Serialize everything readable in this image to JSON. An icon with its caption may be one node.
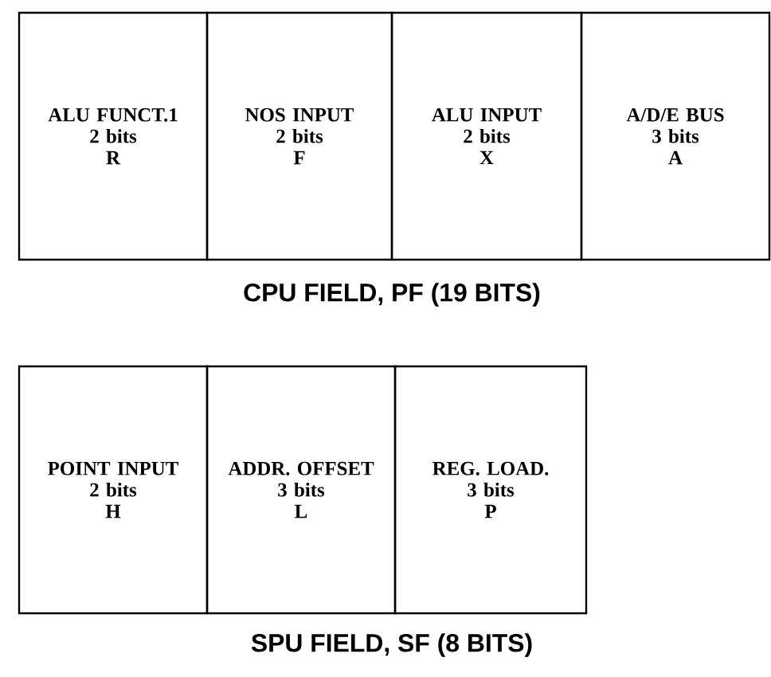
{
  "diagram": {
    "nodes": [
      {
        "text": [
          "ALU FUNCT.1",
          "2 bits",
          "R"
        ]
      },
      {
        "text": [
          "NOS INPUT",
          "2 bits",
          "F"
        ]
      },
      {
        "text": [
          "ALU INPUT",
          "2 bits",
          "X"
        ]
      },
      {
        "text": [
          "A/D/E BUS",
          "3 bits",
          "A"
        ]
      },
      {
        "text": [
          "POINT INPUT",
          "2 bits",
          "H"
        ]
      },
      {
        "text": [
          "ADDR. OFFSET",
          "3 bits",
          "L"
        ]
      },
      {
        "text": [
          "REG. LOAD.",
          "3 bits",
          "P"
        ]
      }
    ],
    "labels": [
      "CPU FIELD, PF (19 BITS)",
      "SPU FIELD, SF (8 BITS)"
    ]
  }
}
